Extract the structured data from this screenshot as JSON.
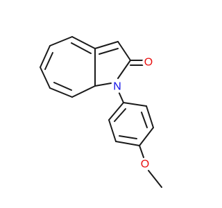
{
  "molecule": {
    "colors": {
      "bond": "#1a1a1a",
      "nitrogen": "#1010e8",
      "oxygen": "#e81010",
      "background": "#ffffff"
    },
    "atoms": {
      "nitrogen_label": "N",
      "carbonyl_oxygen_label": "O",
      "ether_oxygen_label": "O"
    }
  }
}
